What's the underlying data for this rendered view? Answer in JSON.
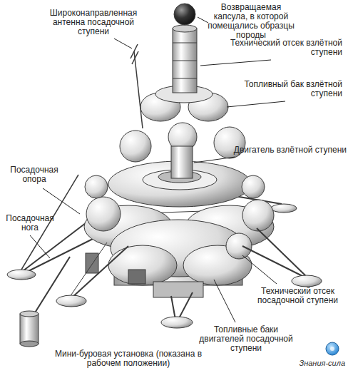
{
  "diagram": {
    "labels": [
      "Широконаправленная антенна посадочной ступени",
      "Возвращаемая капсула, в которой помещались образцы породы",
      "Технический отсек взлётной ступени",
      "Топливный бак взлётной ступени",
      "Двигатель взлётной ступени",
      "Посадочная опора",
      "Посадочная нога",
      "Технический отсек посадочной ступени",
      "Мини-буровая установка (показана в рабочем положении)",
      "Топливные баки двигателей посадочной ступени",
      "Знания-сила"
    ]
  }
}
